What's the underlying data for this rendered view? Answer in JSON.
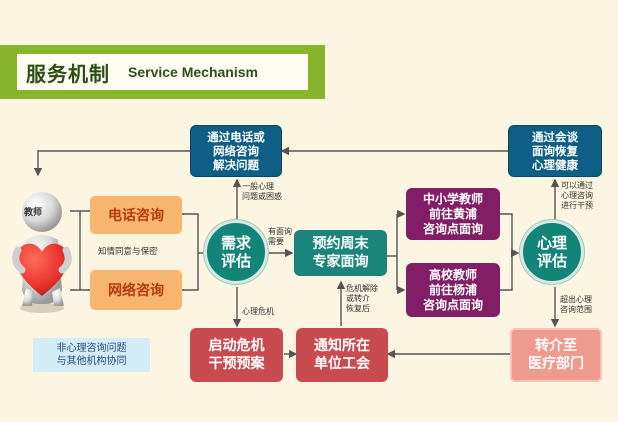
{
  "header": {
    "title_cn": "服务机制",
    "title_en": "Service Mechanism"
  },
  "person": {
    "label": "教师"
  },
  "nodes": {
    "phone_consult": "电话咨询",
    "online_consult": "网络咨询",
    "need_assess": [
      "需求",
      "评估"
    ],
    "weekend_visit": [
      "预约周末",
      "专家面询"
    ],
    "psych_assess": [
      "心理",
      "评估"
    ],
    "resolve_top": [
      "通过电话或",
      "网络咨询",
      "解决问题"
    ],
    "recover_top": [
      "通过会谈",
      "面询恢复",
      "心理健康"
    ],
    "primary_teachers": [
      "中小学教师",
      "前往黄浦",
      "咨询点面询"
    ],
    "college_teachers": [
      "高校教师",
      "前往杨浦",
      "咨询点面询"
    ],
    "crisis_intervention": [
      "启动危机",
      "干预预案"
    ],
    "notify_union": [
      "通知所在",
      "单位工会"
    ],
    "refer_medical": [
      "转介至",
      "医疗部门"
    ],
    "non_psych": [
      "非心理咨询问题",
      "与其他机构协同"
    ]
  },
  "notes": {
    "informed_consent": "知情同意与保密",
    "general_issue": [
      "一般心理",
      "问题或困惑"
    ],
    "need_face": [
      "有面询",
      "需要"
    ],
    "crisis": "心理危机",
    "crisis_lifted": [
      "危机解除",
      "或转介",
      "恢复后"
    ],
    "can_resolve": [
      "可以通过",
      "心理咨询",
      "进行干预"
    ],
    "beyond_scope": [
      "超出心理",
      "咨询范围"
    ]
  },
  "colors": {
    "banner": "#86b52b",
    "blue_box": "#0e5e86",
    "teal_box": "#1b857c",
    "purple_box": "#821e66",
    "red_box": "#c84b4f",
    "orange_box": "#f7b56f",
    "heart": "#e8322e"
  }
}
